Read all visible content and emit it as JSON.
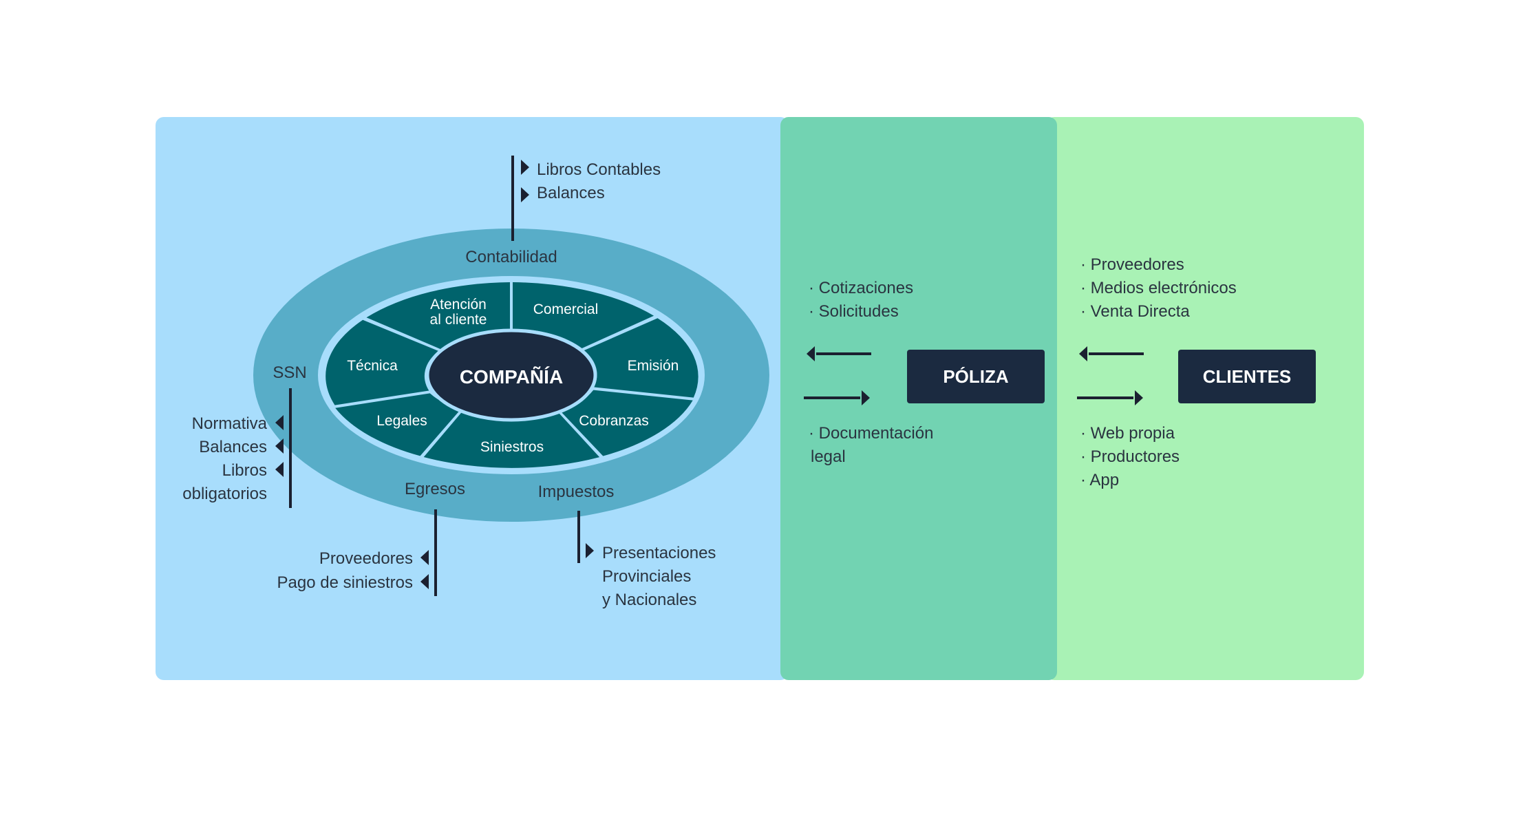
{
  "colors": {
    "panel_company": "#a8ddfc",
    "panel_poliza": "#72d3b2",
    "panel_clientes": "#a9f2b5",
    "outer_ring": "#58adc8",
    "ring_border": "#a8ddfc",
    "sector": "#00636c",
    "center": "#1b2a40",
    "box": "#1b2a40",
    "text_dark": "#2a3440",
    "line": "#1b2030"
  },
  "company": {
    "center_label": "COMPAÑÍA",
    "outer_labels": {
      "contabilidad": "Contabilidad",
      "ssn": "SSN",
      "egresos": "Egresos",
      "impuestos": "Impuestos"
    },
    "sectors": {
      "atencion_line1": "Atención",
      "atencion_line2": "al cliente",
      "comercial": "Comercial",
      "emision": "Emisión",
      "cobranzas": "Cobranzas",
      "siniestros": "Siniestros",
      "legales": "Legales",
      "tecnica": "Técnica"
    },
    "contabilidad_items": [
      "Libros Contables",
      "Balances"
    ],
    "ssn_items": [
      "Normativa",
      "Balances",
      "Libros",
      "obligatorios"
    ],
    "egresos_items": [
      "Proveedores",
      "Pago de siniestros"
    ],
    "impuestos_items": [
      "Presentaciones",
      "Provinciales",
      "y Nacionales"
    ]
  },
  "poliza": {
    "box_label": "PÓLIZA",
    "top_items": [
      "· Cotizaciones",
      "· Solicitudes"
    ],
    "bottom_items": [
      "· Documentación",
      "legal"
    ]
  },
  "clientes": {
    "box_label": "CLIENTES",
    "top_items": [
      "· Proveedores",
      "· Medios electrónicos",
      "· Venta Directa"
    ],
    "bottom_items": [
      "· Web propia",
      "· Productores",
      "· App"
    ]
  }
}
